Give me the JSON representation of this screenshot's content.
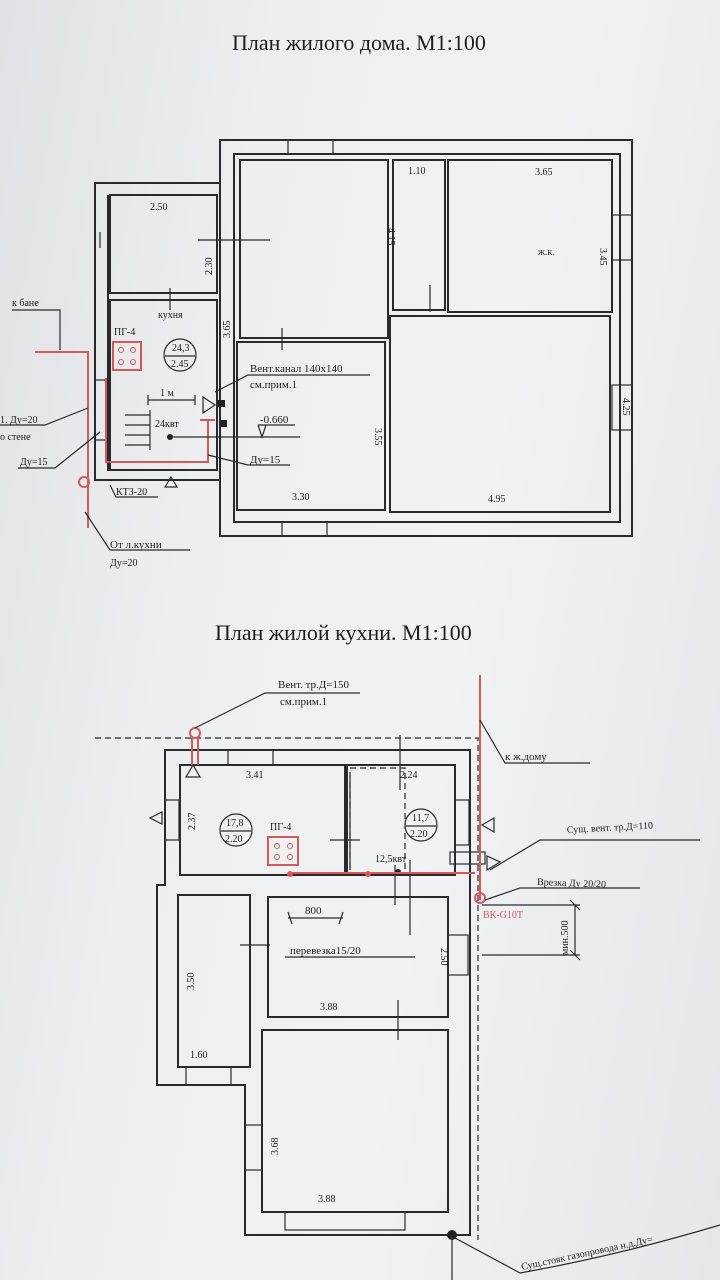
{
  "house_plan": {
    "title": "План жилого дома. М1:100",
    "dims": {
      "annex_room_w": "2.50",
      "annex_room_h": "2.30",
      "kitchen_h": "3.65",
      "room_a_h": "4.15",
      "small_room_w": "1.10",
      "room_zk_w": "3.65",
      "room_zk_h": "3.45",
      "room_c_h": "3.55",
      "room_c_w": "3.30",
      "room_d_w": "4.95",
      "room_d_h": "4.25"
    },
    "room_labels": {
      "kitchen": "кухня",
      "living": "ж.к."
    },
    "stove": "ПГ-4",
    "area_circle": {
      "area": "24,3",
      "height": "2.45"
    },
    "dim_1m": "1 м",
    "boiler_power": "24квт",
    "vent_label": "Вент.канал 140х140",
    "vent_note": "см.прим.1",
    "level_mark": "-0.660",
    "pipe_du15_right": "Ду=15",
    "to_bath": "к бане",
    "pipe_du20_left": "1. Ду=20",
    "along_wall": "о стене",
    "pipe_du15_left": "Ду=15",
    "valve": "КТЗ-20",
    "from_kitchen": "От л.кухни",
    "from_kitchen_du": "Ду=20"
  },
  "kitchen_plan": {
    "title": "План жилой кухни. М1:100",
    "vent_pipe": "Вент. тр.Д=150",
    "vent_note": "см.прим.1",
    "to_house": "к ж.дому",
    "dims": {
      "room1_w": "3.41",
      "room2_w": "2.24",
      "room1_h": "2.37",
      "mid_w": "3.88",
      "mid_h": "2.50",
      "left_h": "3.50",
      "left_w": "1.60",
      "bottom_h": "3.68",
      "bottom_w": "3.88",
      "door_800": "800",
      "min500": "мин.500"
    },
    "circle1": {
      "area": "17,8",
      "height": "2.20"
    },
    "circle2": {
      "area": "11,7",
      "height": "2.20"
    },
    "stove": "ПГ-4",
    "boiler_power": "12,5квт",
    "existing_vent": "Сущ. вент. тр.Д=110",
    "tie_in": "Врезка Ду 20/20",
    "meter": "ВК-G10T",
    "rerouting": "перевезка15/20",
    "existing_riser": "Сущ.стояк газопровода н.д.Ду="
  }
}
